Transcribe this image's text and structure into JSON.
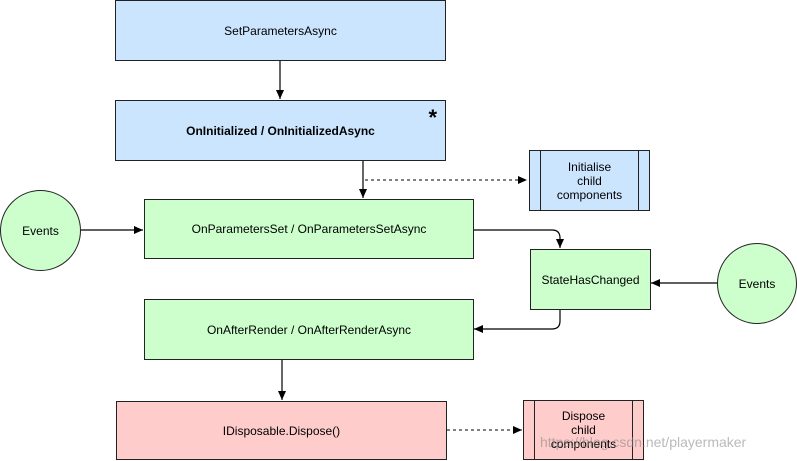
{
  "nodes": {
    "set_parameters": "SetParametersAsync",
    "on_initialized": "OnInitialized / OnInitializedAsync",
    "on_initialized_marker": "*",
    "initialise_children": "Initialise\nchild\ncomponents",
    "events_left": "Events",
    "on_parameters_set": "OnParametersSet / OnParametersSetAsync",
    "state_has_changed": "StateHasChanged",
    "events_right": "Events",
    "on_after_render": "OnAfterRender / OnAfterRenderAsync",
    "dispose": "IDisposable.Dispose()",
    "dispose_children": "Dispose\nchild\ncomponents"
  },
  "watermark": "https://blog.csdn.net/playermaker",
  "colors": {
    "blue_fill": "#cce5ff",
    "green_fill": "#ccffcc",
    "red_fill": "#ffcccc",
    "stroke": "#222222"
  }
}
